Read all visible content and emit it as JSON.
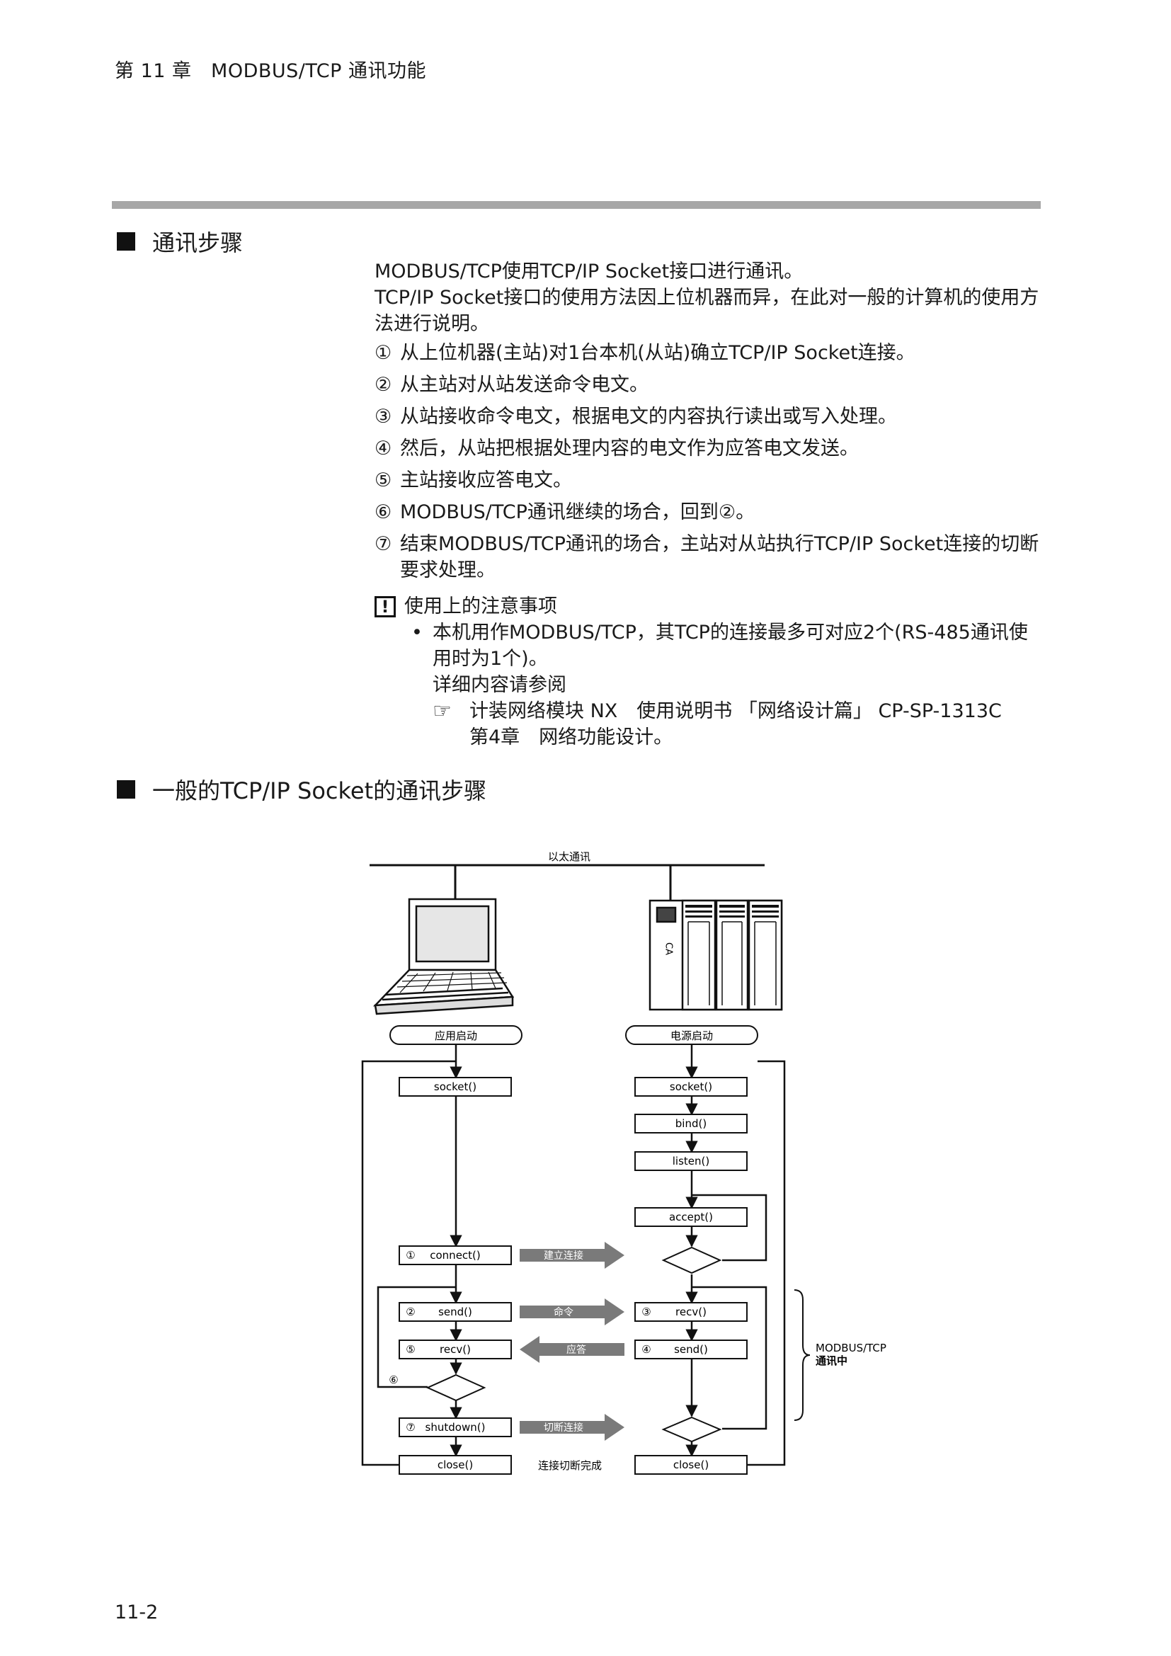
{
  "header": {
    "chapter": "第 11 章　MODBUS/TCP 通讯功能"
  },
  "section1": {
    "title": "通讯步骤",
    "intro1": "MODBUS/TCP使用TCP/IP Socket接口进行通讯。",
    "intro2": "TCP/IP Socket接口的使用方法因上位机器而异，在此对一般的计算机的使用方法进行说明。",
    "steps": [
      {
        "num": "①",
        "text": "从上位机器(主站)对1台本机(从站)确立TCP/IP Socket连接。"
      },
      {
        "num": "②",
        "text": "从主站对从站发送命令电文。"
      },
      {
        "num": "③",
        "text": "从站接收命令电文，根据电文的内容执行读出或写入处理。"
      },
      {
        "num": "④",
        "text": "然后，从站把根据处理内容的电文作为应答电文发送。"
      },
      {
        "num": "⑤",
        "text": "主站接收应答电文。"
      },
      {
        "num": "⑥",
        "text": "MODBUS/TCP通讯继续的场合，回到②。"
      },
      {
        "num": "⑦",
        "text": "结束MODBUS/TCP通讯的场合，主站对从站执行TCP/IP Socket连接的切断要求处理。"
      }
    ],
    "note": {
      "mark": "!",
      "title": "使用上的注意事项",
      "bullet": "本机用作MODBUS/TCP，其TCP的连接最多可对应2个(RS-485通讯使用时为1个)。",
      "detail": "详细内容请参阅",
      "ref_line1": "计装网络模块 NX　使用说明书 「网络设计篇」 CP-SP-1313C",
      "ref_line2": "第4章　网络功能设计。"
    }
  },
  "section2": {
    "title": "一般的TCP/IP Socket的通讯步骤"
  },
  "diagram": {
    "ethernet": "以太通讯",
    "client_start": "应用启动",
    "server_start": "电源启动",
    "client": {
      "socket": "socket()",
      "connect_num": "①",
      "connect": "connect()",
      "send_num": "②",
      "send": "send()",
      "recv_num": "⑤",
      "recv": "recv()",
      "loop_num": "⑥",
      "shutdown_num": "⑦",
      "shutdown": "shutdown()",
      "close": "close()"
    },
    "server": {
      "socket": "socket()",
      "bind": "bind()",
      "listen": "listen()",
      "accept": "accept()",
      "recv_num": "③",
      "recv": "recv()",
      "send_num": "④",
      "send": "send()",
      "close": "close()"
    },
    "arrows": {
      "establish": "建立连接",
      "command": "命令",
      "response": "应答",
      "disconnect": "切断连接"
    },
    "disconnect_done": "连接切断完成",
    "modbus_label1": "MODBUS/TCP",
    "modbus_label2": "通讯中",
    "module_label": "CA"
  },
  "footer": {
    "page": "11-2"
  }
}
